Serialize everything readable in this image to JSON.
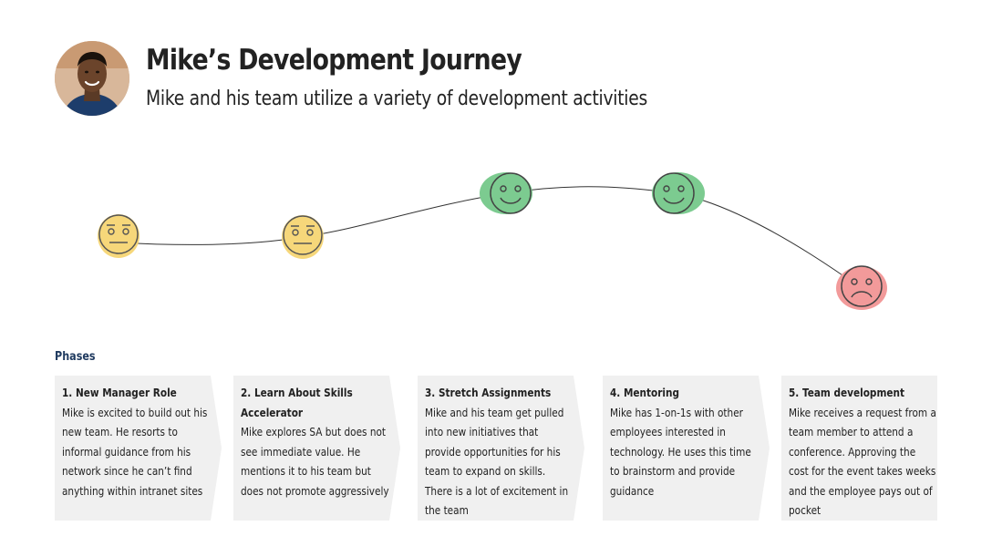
{
  "header": {
    "title": "Mike’s Development Journey",
    "subtitle": "Mike and his team utilize a variety of development activities"
  },
  "journey": {
    "moods": [
      {
        "mood": "neutral",
        "color": "#f6d77a",
        "icon": "neutral-face-icon"
      },
      {
        "mood": "neutral",
        "color": "#f6d77a",
        "icon": "neutral-face-icon"
      },
      {
        "mood": "happy",
        "color": "#7ccb90",
        "icon": "happy-face-icon"
      },
      {
        "mood": "happy",
        "color": "#7ccb90",
        "icon": "happy-face-icon"
      },
      {
        "mood": "sad",
        "color": "#f29a9a",
        "icon": "sad-face-icon"
      }
    ]
  },
  "phases_label": "Phases",
  "phases": [
    {
      "title": "1. New Manager Role",
      "description": "Mike is excited to build out his new team. He resorts to informal guidance from his network since he can’t find anything within intranet sites"
    },
    {
      "title": "2. Learn About Skills Accelerator",
      "description": "Mike explores SA but does not see immediate value. He mentions it to his team but does not promote aggressively"
    },
    {
      "title": "3. Stretch Assignments",
      "description": "Mike and his team get pulled into new initiatives that provide opportunities for his team to expand on skills. There is a lot of excitement in the team"
    },
    {
      "title": "4. Mentoring",
      "description": "Mike has 1-on-1s with other employees interested in technology. He uses this time to brainstorm and provide guidance"
    },
    {
      "title": "5. Team development",
      "description": "Mike receives a request from a team member to attend a conference. Approving the cost for the event takes weeks and the employee pays out of pocket"
    }
  ]
}
